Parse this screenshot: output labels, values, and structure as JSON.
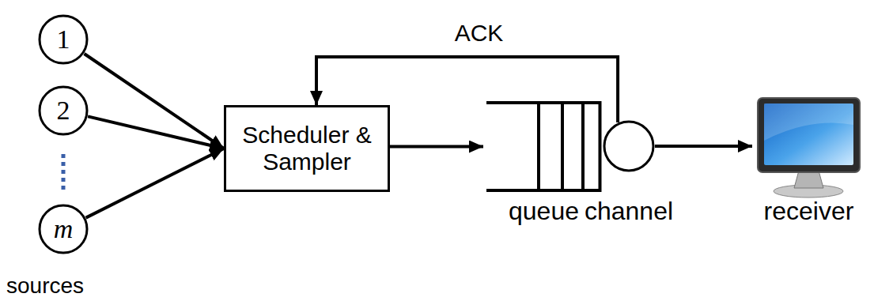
{
  "diagram": {
    "nodes": [
      {
        "text": [
          "1"
        ]
      },
      {
        "text": [
          "2"
        ]
      },
      {
        "text": [
          "m"
        ]
      },
      {
        "text": [
          "Scheduler & Sampler"
        ]
      },
      {
        "text": [
          "queue"
        ]
      },
      {
        "text": [
          "channel"
        ]
      },
      {
        "text": [
          "receiver"
        ]
      }
    ],
    "edges": [
      {
        "from": 0,
        "to": 3,
        "arrow": "to"
      },
      {
        "from": 1,
        "to": 3,
        "arrow": "to"
      },
      {
        "from": 2,
        "to": 3,
        "arrow": "to"
      },
      {
        "from": 3,
        "to": 4,
        "arrow": "to"
      },
      {
        "from": 5,
        "to": 6,
        "arrow": "to"
      },
      {
        "from": 5,
        "to": 3,
        "label": "ACK",
        "arrow": "to"
      }
    ],
    "labels": [
      "sources"
    ]
  }
}
